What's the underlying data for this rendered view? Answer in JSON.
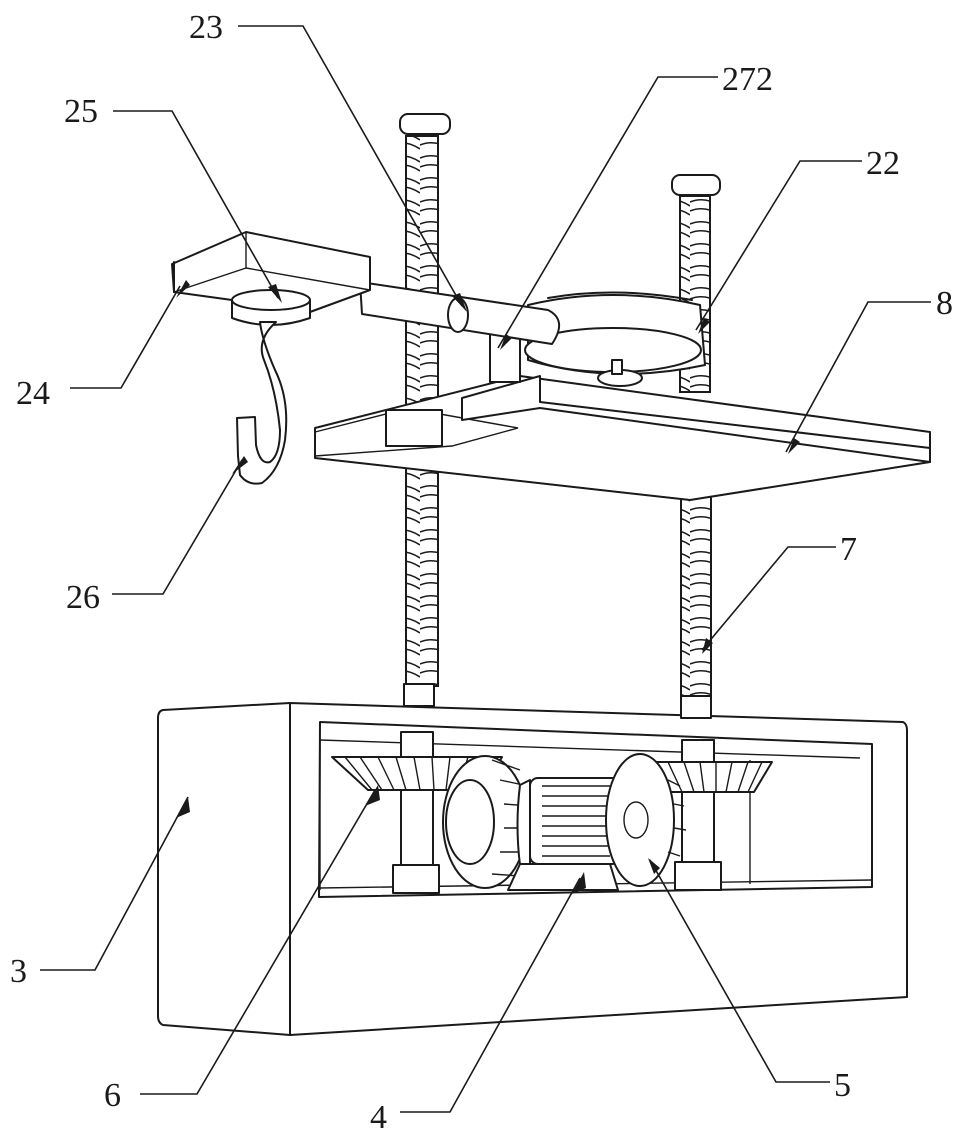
{
  "figure": {
    "type": "patent-mechanical-drawing",
    "description": "Lifting hook device with screw rods, platform and gear box",
    "labels": [
      {
        "id": "23",
        "text": "23"
      },
      {
        "id": "25",
        "text": "25"
      },
      {
        "id": "272",
        "text": "272"
      },
      {
        "id": "22",
        "text": "22"
      },
      {
        "id": "8",
        "text": "8"
      },
      {
        "id": "24",
        "text": "24"
      },
      {
        "id": "26",
        "text": "26"
      },
      {
        "id": "7",
        "text": "7"
      },
      {
        "id": "3",
        "text": "3"
      },
      {
        "id": "6",
        "text": "6"
      },
      {
        "id": "4",
        "text": "4"
      },
      {
        "id": "5",
        "text": "5"
      }
    ],
    "parts": {
      "3": "housing-box",
      "4": "motor",
      "5": "driving-bevel-gear",
      "6": "driven-bevel-gear",
      "7": "screw-rod",
      "8": "lifting-platform",
      "22": "rotary-disc",
      "23": "support-arm",
      "24": "hook-seat",
      "25": "hook-mount",
      "26": "hook",
      "272": "connecting-block"
    }
  }
}
